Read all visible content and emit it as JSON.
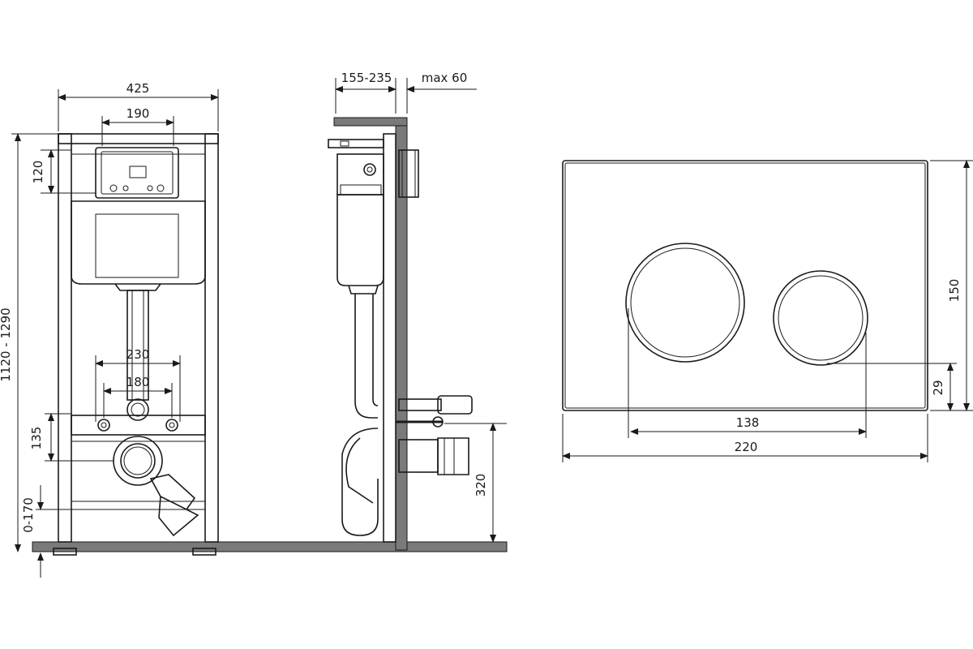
{
  "front_view": {
    "width_total": "425",
    "width_inner": "190",
    "height_top": "120",
    "height_total": "1120 - 1290",
    "bolt_spacing_outer": "230",
    "bolt_spacing_inner": "180",
    "drain_height": "135",
    "leg_adjust": "0-170"
  },
  "side_view": {
    "depth_range": "155-235",
    "depth_max": "max 60",
    "outlet_height": "320"
  },
  "flush_plate": {
    "width": "220",
    "button_span": "138",
    "height": "150",
    "bottom_offset": "29"
  },
  "colors": {
    "line": "#1a1a1a",
    "floor": "#7a7a7a"
  }
}
